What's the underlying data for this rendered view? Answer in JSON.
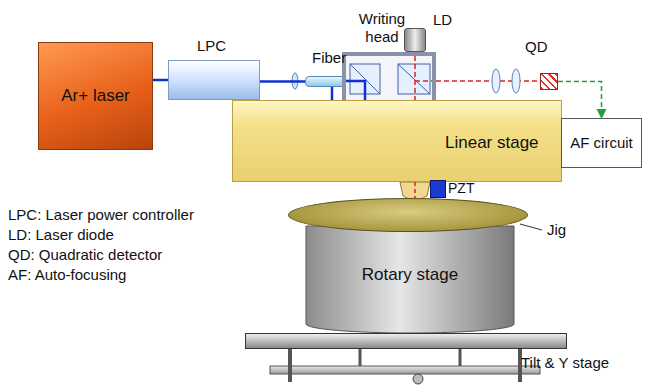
{
  "diagram": {
    "nodes": [
      {
        "text": [
          "Ar+ laser"
        ]
      },
      {
        "text": [
          "LPC"
        ]
      },
      {
        "text": [
          "Fiber"
        ]
      },
      {
        "text": [
          "Writing head"
        ]
      },
      {
        "text": [
          "LD"
        ]
      },
      {
        "text": [
          "QD"
        ]
      },
      {
        "text": [
          "Linear stage"
        ]
      },
      {
        "text": [
          "AF circuit"
        ]
      },
      {
        "text": [
          "PZT"
        ]
      },
      {
        "text": [
          "Jig"
        ]
      },
      {
        "text": [
          "Rotary stage"
        ]
      },
      {
        "text": [
          "Tilt & Y stage"
        ]
      }
    ],
    "edges": [
      {
        "from": 0,
        "to": 1,
        "arrow": "none"
      },
      {
        "from": 1,
        "to": 2,
        "arrow": "none"
      },
      {
        "from": 2,
        "to": 3,
        "arrow": "none"
      },
      {
        "from": 5,
        "to": 7,
        "arrow": "to"
      },
      {
        "from": 7,
        "to": 8,
        "arrow": "to"
      }
    ],
    "labels": [
      "LPC: Laser power controller",
      "LD: Laser diode",
      "QD: Quadratic detector",
      "AF: Auto-focusing"
    ]
  }
}
